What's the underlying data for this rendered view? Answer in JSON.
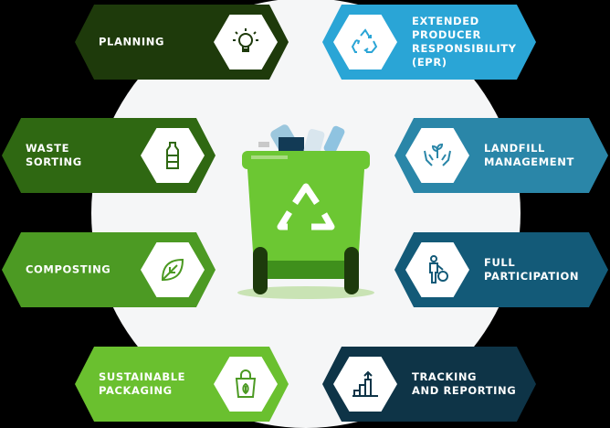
{
  "items": [
    {
      "label": "PLANNING",
      "icon": "lightbulb-icon",
      "color": "#1e3a0b"
    },
    {
      "label": "WASTE\nSORTING",
      "icon": "bottle-icon",
      "color": "#2f6812"
    },
    {
      "label": "COMPOSTING",
      "icon": "leaf-icon",
      "color": "#4c9a23"
    },
    {
      "label": "SUSTAINABLE\nPACKAGING",
      "icon": "eco-bag-icon",
      "color": "#6ac02f"
    },
    {
      "label": "EXTENDED\nPRODUCER\nRESPONSIBILITY\n(EPR)",
      "icon": "recycle-icon",
      "color": "#2aa5d6"
    },
    {
      "label": "LANDFILL\nMANAGEMENT",
      "icon": "hands-plant-icon",
      "color": "#2a86a8"
    },
    {
      "label": "FULL\nPARTICIPATION",
      "icon": "person-gear-icon",
      "color": "#135a78"
    },
    {
      "label": "TRACKING\nAND REPORTING",
      "icon": "growth-chart-icon",
      "color": "#0e3447"
    }
  ],
  "center": {
    "icon": "recycling-bin-icon",
    "bin_color": "#6cc733"
  }
}
